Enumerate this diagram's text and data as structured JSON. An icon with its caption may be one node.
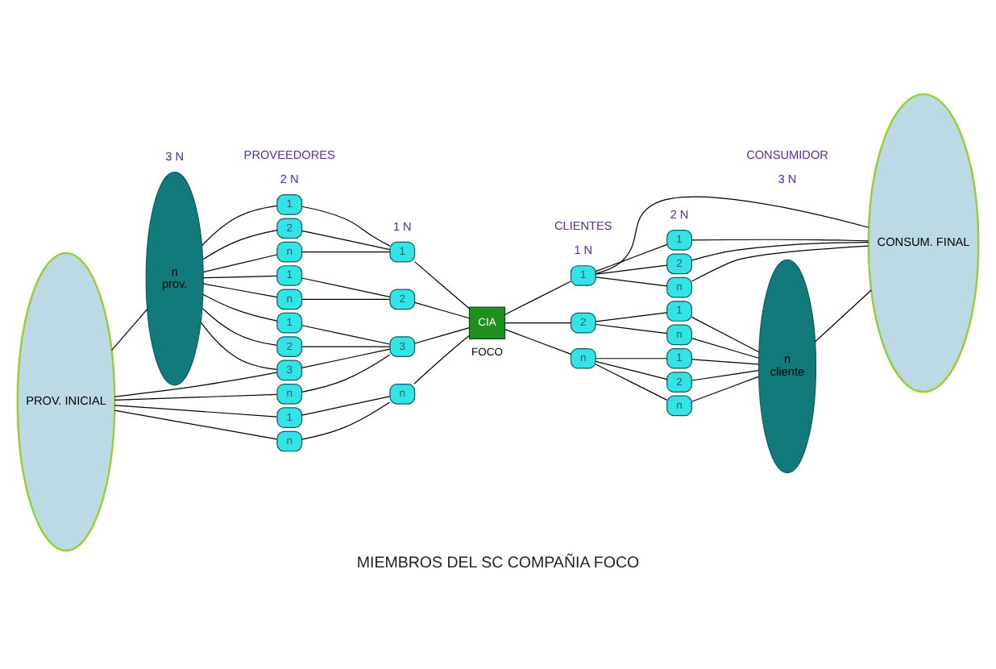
{
  "diagram": {
    "caption": "MIEMBROS DEL SC COMPAÑIA FOCO",
    "nodes": [
      {
        "text": [
          "PROV. INICIAL"
        ]
      },
      {
        "text": [
          "n",
          "prov."
        ]
      },
      {
        "text": [
          "1"
        ]
      },
      {
        "text": [
          "2"
        ]
      },
      {
        "text": [
          "n"
        ]
      },
      {
        "text": [
          "1"
        ]
      },
      {
        "text": [
          "n"
        ]
      },
      {
        "text": [
          "1"
        ]
      },
      {
        "text": [
          "2"
        ]
      },
      {
        "text": [
          "3"
        ]
      },
      {
        "text": [
          "n"
        ]
      },
      {
        "text": [
          "1"
        ]
      },
      {
        "text": [
          "n"
        ]
      },
      {
        "text": [
          "1"
        ]
      },
      {
        "text": [
          "2"
        ]
      },
      {
        "text": [
          "3"
        ]
      },
      {
        "text": [
          "n"
        ]
      },
      {
        "text": [
          "CIA"
        ],
        "beside": [
          "FOCO"
        ]
      },
      {
        "text": [
          "1"
        ]
      },
      {
        "text": [
          "2"
        ]
      },
      {
        "text": [
          "n"
        ]
      },
      {
        "text": [
          "1"
        ]
      },
      {
        "text": [
          "2"
        ]
      },
      {
        "text": [
          "n"
        ]
      },
      {
        "text": [
          "1"
        ]
      },
      {
        "text": [
          "n"
        ]
      },
      {
        "text": [
          "1"
        ]
      },
      {
        "text": [
          "2"
        ]
      },
      {
        "text": [
          "n"
        ]
      },
      {
        "text": [
          "n",
          "cliente"
        ]
      },
      {
        "text": [
          "CONSUM. FINAL"
        ]
      }
    ],
    "edges": [
      {
        "from": 0,
        "to": 1,
        "arrow": "none"
      },
      {
        "from": 1,
        "to": 2,
        "arrow": "none"
      },
      {
        "from": 1,
        "to": 3,
        "arrow": "none"
      },
      {
        "from": 1,
        "to": 4,
        "arrow": "none"
      },
      {
        "from": 1,
        "to": 5,
        "arrow": "none"
      },
      {
        "from": 1,
        "to": 6,
        "arrow": "none"
      },
      {
        "from": 1,
        "to": 7,
        "arrow": "none"
      },
      {
        "from": 1,
        "to": 8,
        "arrow": "none"
      },
      {
        "from": 1,
        "to": 9,
        "arrow": "none"
      },
      {
        "from": 0,
        "to": 9,
        "arrow": "none"
      },
      {
        "from": 0,
        "to": 10,
        "arrow": "none"
      },
      {
        "from": 0,
        "to": 11,
        "arrow": "none"
      },
      {
        "from": 0,
        "to": 12,
        "arrow": "none"
      },
      {
        "from": 2,
        "to": 13,
        "arrow": "none"
      },
      {
        "from": 3,
        "to": 13,
        "arrow": "none"
      },
      {
        "from": 4,
        "to": 13,
        "arrow": "none"
      },
      {
        "from": 5,
        "to": 14,
        "arrow": "none"
      },
      {
        "from": 6,
        "to": 14,
        "arrow": "none"
      },
      {
        "from": 7,
        "to": 15,
        "arrow": "none"
      },
      {
        "from": 8,
        "to": 15,
        "arrow": "none"
      },
      {
        "from": 9,
        "to": 15,
        "arrow": "none"
      },
      {
        "from": 10,
        "to": 15,
        "arrow": "none"
      },
      {
        "from": 11,
        "to": 16,
        "arrow": "none"
      },
      {
        "from": 12,
        "to": 16,
        "arrow": "none"
      },
      {
        "from": 13,
        "to": 17,
        "arrow": "none"
      },
      {
        "from": 14,
        "to": 17,
        "arrow": "none"
      },
      {
        "from": 15,
        "to": 17,
        "arrow": "none"
      },
      {
        "from": 16,
        "to": 17,
        "arrow": "none"
      },
      {
        "from": 17,
        "to": 18,
        "arrow": "none"
      },
      {
        "from": 17,
        "to": 19,
        "arrow": "none"
      },
      {
        "from": 17,
        "to": 20,
        "arrow": "none"
      },
      {
        "from": 18,
        "to": 21,
        "arrow": "none"
      },
      {
        "from": 18,
        "to": 22,
        "arrow": "none"
      },
      {
        "from": 18,
        "to": 23,
        "arrow": "none"
      },
      {
        "from": 18,
        "to": 30,
        "arrow": "none"
      },
      {
        "from": 21,
        "to": 30,
        "arrow": "none"
      },
      {
        "from": 22,
        "to": 30,
        "arrow": "none"
      },
      {
        "from": 23,
        "to": 30,
        "arrow": "none"
      },
      {
        "from": 19,
        "to": 24,
        "arrow": "none"
      },
      {
        "from": 19,
        "to": 25,
        "arrow": "none"
      },
      {
        "from": 24,
        "to": 29,
        "arrow": "none"
      },
      {
        "from": 25,
        "to": 29,
        "arrow": "none"
      },
      {
        "from": 20,
        "to": 26,
        "arrow": "none"
      },
      {
        "from": 20,
        "to": 27,
        "arrow": "none"
      },
      {
        "from": 20,
        "to": 28,
        "arrow": "none"
      },
      {
        "from": 26,
        "to": 29,
        "arrow": "none"
      },
      {
        "from": 27,
        "to": 29,
        "arrow": "none"
      },
      {
        "from": 28,
        "to": 29,
        "arrow": "none"
      },
      {
        "from": 29,
        "to": 30,
        "arrow": "none"
      }
    ],
    "labels": [
      "PROVEEDORES",
      "CLIENTES",
      "CONSUMIDOR",
      "3 N",
      "2 N",
      "1 N",
      "1 N",
      "2 N",
      "3 N"
    ]
  }
}
